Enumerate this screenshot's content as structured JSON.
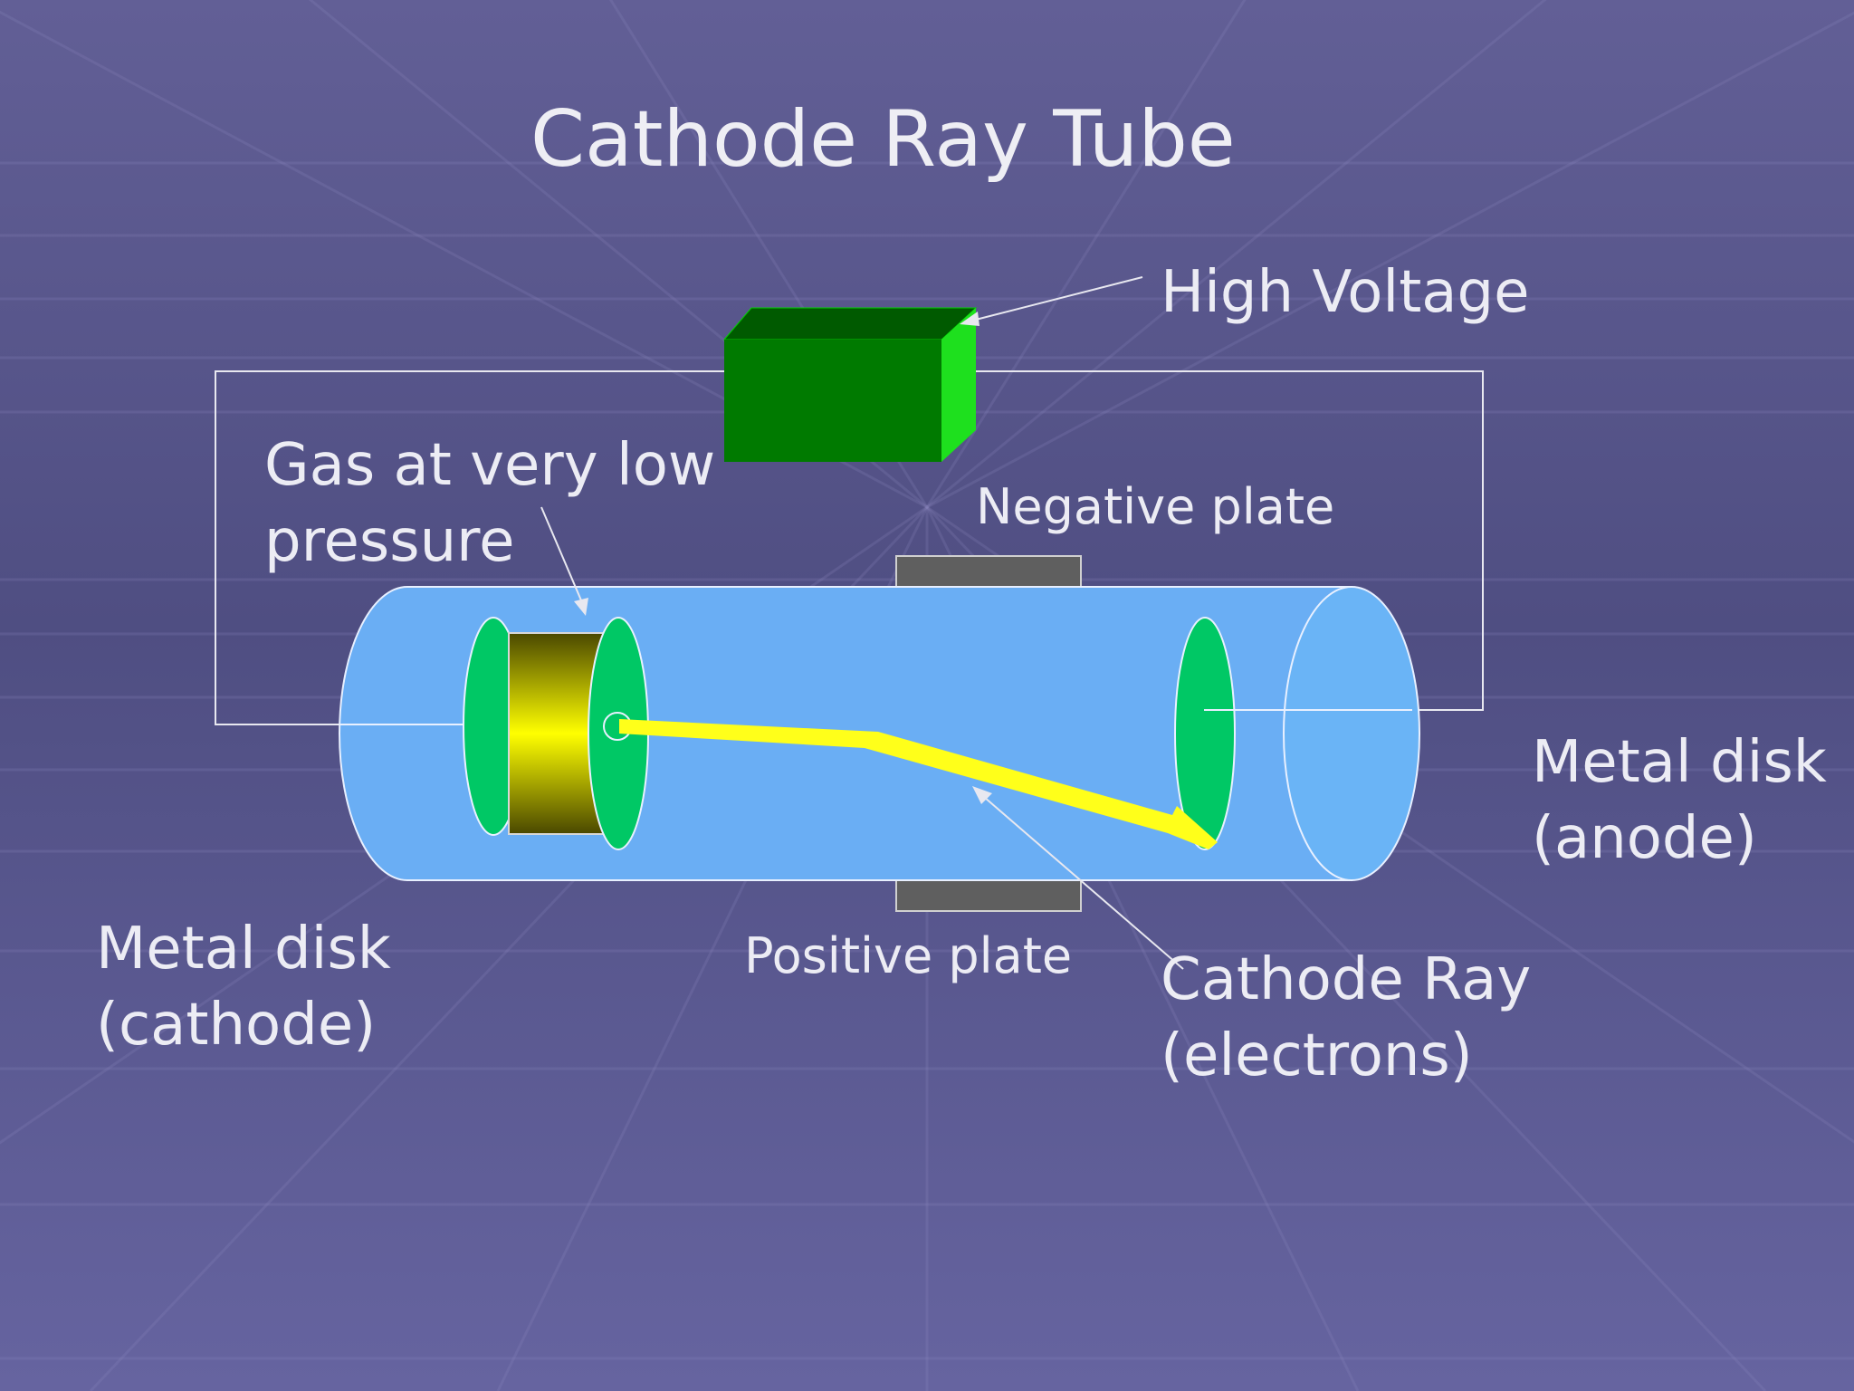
{
  "slide": {
    "title": "Cathode Ray Tube",
    "background_color": "#5b5a8c"
  },
  "labels": {
    "high_voltage": "High Voltage",
    "gas_line1": "Gas at very low",
    "gas_line2": "pressure",
    "negative_plate": "Negative plate",
    "positive_plate": "Positive plate",
    "anode_line1": "Metal disk",
    "anode_line2": "(anode)",
    "cathode_line1": "Metal disk",
    "cathode_line2": "(cathode)",
    "ray_line1": "Cathode Ray",
    "ray_line2": "(electrons)"
  },
  "colors": {
    "tube": "#6aaef4",
    "disk": "#00c865",
    "battery_front": "#007a00",
    "battery_side": "#1ee01e",
    "battery_top": "#005a00",
    "plate": "#5f5f5f",
    "beam": "#ffff1a",
    "wire": "#e8e8f0"
  }
}
